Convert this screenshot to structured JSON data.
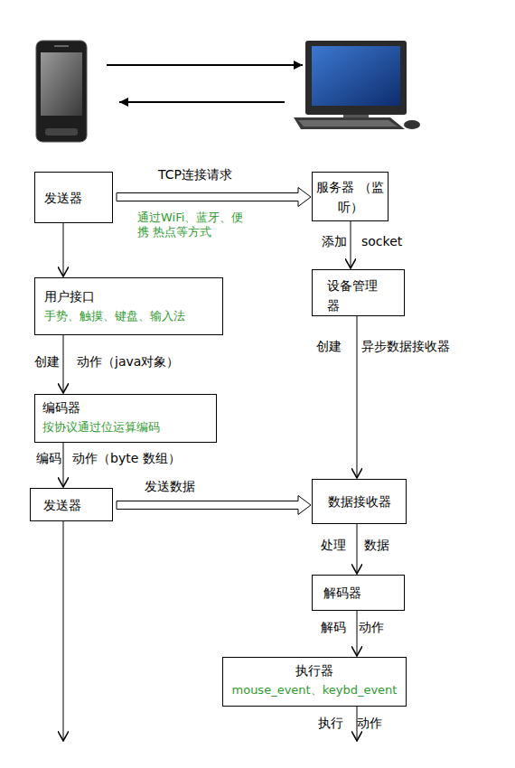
{
  "diagram": {
    "nodes": [
      {
        "text": [
          "发送器"
        ]
      },
      {
        "text": [
          "服务器 （监听）"
        ]
      },
      {
        "text": [
          "用户接口",
          "手势、触摸、键盘、输入法"
        ]
      },
      {
        "text": [
          "设备管理器"
        ]
      },
      {
        "text": [
          "编码器",
          "按协议通过位运算编码"
        ]
      },
      {
        "text": [
          "发送器"
        ]
      },
      {
        "text": [
          "数据接收器"
        ]
      },
      {
        "text": [
          "解码器"
        ]
      },
      {
        "text": [
          "执行器",
          "mouse_event、keybd_event"
        ]
      }
    ],
    "edges": [
      {
        "from": 0,
        "to": 1,
        "arrow": "to",
        "label": "TCP连接请求"
      },
      {
        "from": 0,
        "to": 2,
        "arrow": "to"
      },
      {
        "from": 1,
        "to": 3,
        "arrow": "to",
        "label": "添加"
      },
      {
        "from": 2,
        "to": 4,
        "arrow": "to",
        "label": "创建"
      },
      {
        "from": 4,
        "to": 5,
        "arrow": "to",
        "label": "编码"
      },
      {
        "from": 5,
        "to": 6,
        "arrow": "to",
        "label": "发送数据"
      },
      {
        "from": 3,
        "to": 6,
        "arrow": "to",
        "label": "创建"
      },
      {
        "from": 6,
        "to": 7,
        "arrow": "to",
        "label": "处理"
      },
      {
        "from": 7,
        "to": 8,
        "arrow": "to",
        "label": "解码"
      }
    ],
    "labels": [
      "通过WiFi、蓝牙、便携 热点等方式",
      "socket",
      "动作（java对象）",
      "动作（byte 数组）",
      "异步数据接收器",
      "数据",
      "动作",
      "执行",
      "动作"
    ]
  }
}
